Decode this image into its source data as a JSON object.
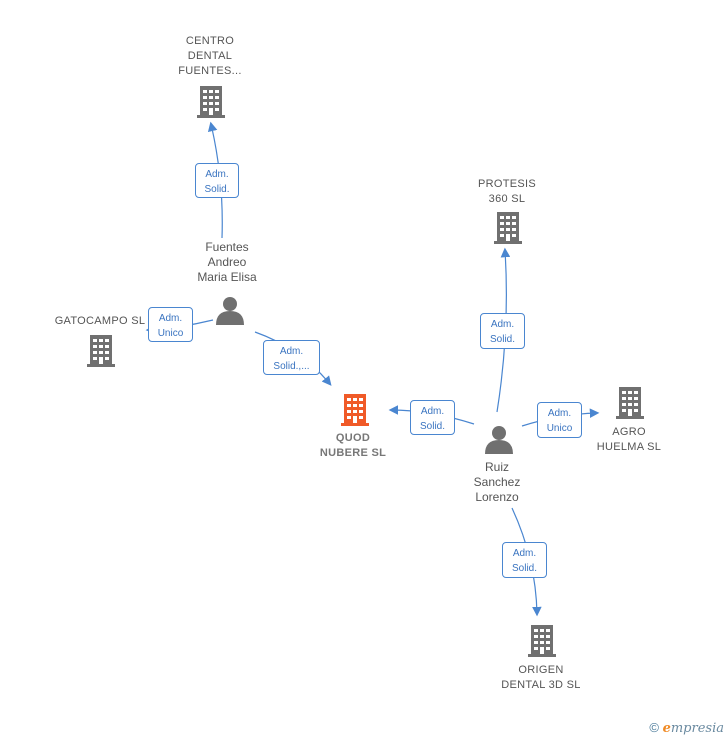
{
  "colors": {
    "edge": "#4a86d0",
    "company": "#707070",
    "main_company": "#f05a28",
    "person": "#707070"
  },
  "nodes": {
    "centro": {
      "label": "CENTRO\nDENTAL\nFUENTES...",
      "icon": "building-icon"
    },
    "protesis": {
      "label": "PROTESIS\n360  SL",
      "icon": "building-icon"
    },
    "fuentes": {
      "label": "Fuentes\nAndreo\nMaria Elisa",
      "icon": "person-icon"
    },
    "gatocampo": {
      "label": "GATOCAMPO SL",
      "icon": "building-icon"
    },
    "quod": {
      "label": "QUOD\nNUBERE  SL",
      "icon": "building-icon"
    },
    "ruiz": {
      "label": "Ruiz\nSanchez\nLorenzo",
      "icon": "person-icon"
    },
    "agro": {
      "label": "AGRO\nHUELMA SL",
      "icon": "building-icon"
    },
    "origen": {
      "label": "ORIGEN\nDENTAL 3D  SL",
      "icon": "building-icon"
    }
  },
  "edges": [
    {
      "id": "fuentes-centro",
      "label": "Adm.\nSolid."
    },
    {
      "id": "fuentes-gatocampo",
      "label": "Adm.\nUnico"
    },
    {
      "id": "fuentes-quod",
      "label": "Adm.\nSolid.,..."
    },
    {
      "id": "ruiz-protesis",
      "label": "Adm.\nSolid."
    },
    {
      "id": "ruiz-quod",
      "label": "Adm.\nSolid."
    },
    {
      "id": "ruiz-agro",
      "label": "Adm.\nUnico"
    },
    {
      "id": "ruiz-origen",
      "label": "Adm.\nSolid."
    }
  ],
  "footer": {
    "copyright": "©",
    "brand_initial": "e",
    "brand_rest": "mpresia"
  }
}
